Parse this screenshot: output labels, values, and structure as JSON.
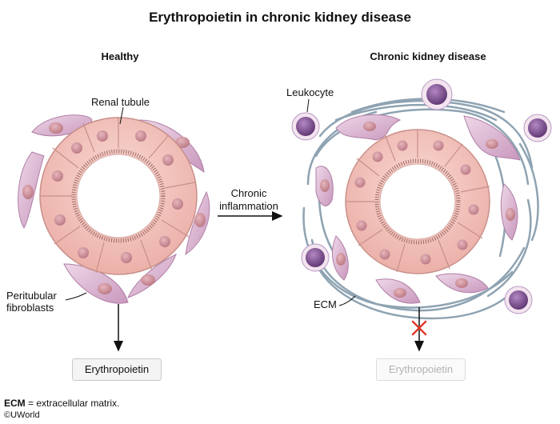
{
  "title": "Erythropoietin in chronic kidney disease",
  "panels": {
    "healthy": {
      "heading": "Healthy"
    },
    "ckd": {
      "heading": "Chronic kidney disease"
    }
  },
  "labels": {
    "renal_tubule": "Renal tubule",
    "leukocyte": "Leukocyte",
    "peritubular_line1": "Peritubular",
    "peritubular_line2": "fibroblasts",
    "chronic_line1": "Chronic",
    "chronic_line2": "inflammation",
    "ecm": "ECM"
  },
  "outputs": {
    "healthy_epo": "Erythropoietin",
    "ckd_epo": "Erythropoietin"
  },
  "footnote": {
    "abbr": "ECM",
    "definition": " = extracellular matrix."
  },
  "copyright": "©UWorld",
  "colors": {
    "tubule_cell": "#f2c2bb",
    "tubule_border": "#c9908a",
    "nucleus": "#c98891",
    "fibroblast": "#dcb8d3",
    "leukocyte": "#8b5a9b",
    "ecm_fiber": "#8ea3b2",
    "block_x": "#e23b2e"
  }
}
